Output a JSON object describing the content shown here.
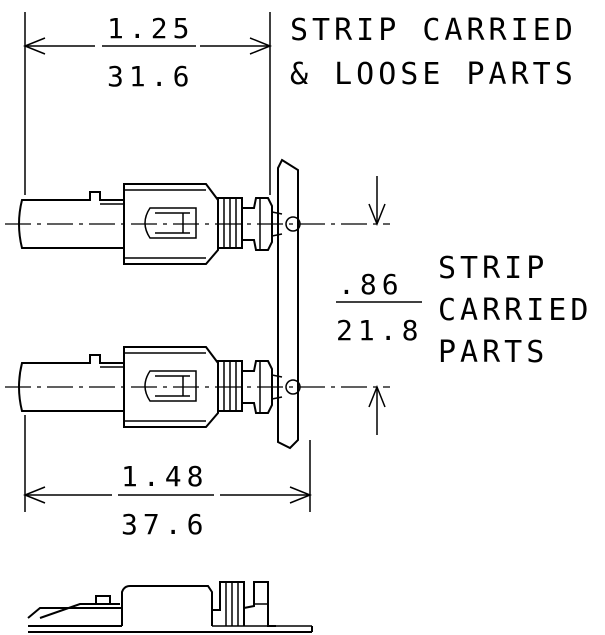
{
  "labels": {
    "top_note_line1": "STRIP CARRIED",
    "top_note_line2": "& LOOSE PARTS",
    "side_note_line1": "STRIP",
    "side_note_line2": "CARRIED",
    "side_note_line3": "PARTS"
  },
  "dimensions": {
    "top_length_in": "1.25",
    "top_length_mm": "31.6",
    "pitch_in": ".86",
    "pitch_mm": "21.8",
    "overall_length_in": "1.48",
    "overall_length_mm": "37.6"
  }
}
